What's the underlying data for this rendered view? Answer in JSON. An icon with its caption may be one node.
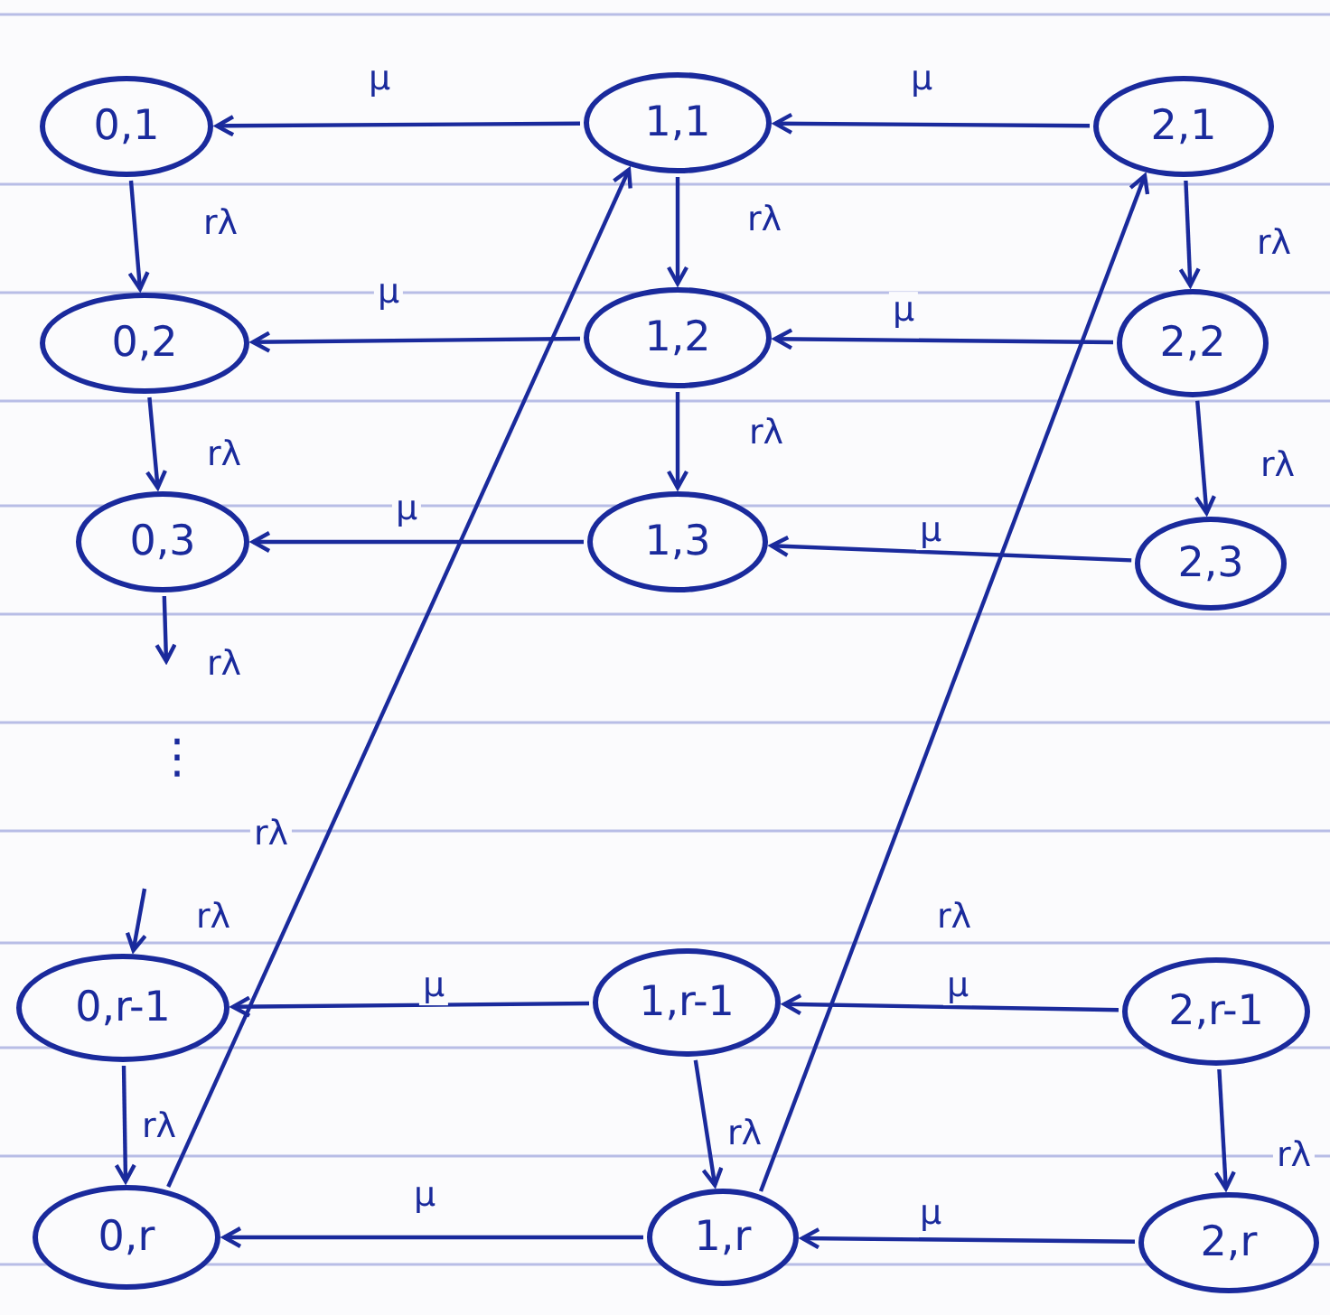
{
  "diagram": {
    "nodes": [
      {
        "text": [
          "0,1"
        ]
      },
      {
        "text": [
          "1,1"
        ]
      },
      {
        "text": [
          "2,1"
        ]
      },
      {
        "text": [
          "0,2"
        ]
      },
      {
        "text": [
          "1,2"
        ]
      },
      {
        "text": [
          "2,2"
        ]
      },
      {
        "text": [
          "0,3"
        ]
      },
      {
        "text": [
          "1,3"
        ]
      },
      {
        "text": [
          "2,3"
        ]
      },
      {
        "text": [
          "0,r-1"
        ]
      },
      {
        "text": [
          "1,r-1"
        ]
      },
      {
        "text": [
          "2,r-1"
        ]
      },
      {
        "text": [
          "0,r"
        ]
      },
      {
        "text": [
          "1,r"
        ]
      },
      {
        "text": [
          "2,r"
        ]
      }
    ],
    "edges": [
      {
        "from": 1,
        "to": 0,
        "arrow": "to",
        "label": "μ"
      },
      {
        "from": 2,
        "to": 1,
        "arrow": "to",
        "label": "μ"
      },
      {
        "from": 0,
        "to": 3,
        "arrow": "to",
        "label": "rλ"
      },
      {
        "from": 1,
        "to": 4,
        "arrow": "to",
        "label": "rλ"
      },
      {
        "from": 2,
        "to": 5,
        "arrow": "to",
        "label": "rλ"
      },
      {
        "from": 4,
        "to": 3,
        "arrow": "to",
        "label": "μ"
      },
      {
        "from": 5,
        "to": 4,
        "arrow": "to",
        "label": "μ"
      },
      {
        "from": 3,
        "to": 6,
        "arrow": "to",
        "label": "rλ"
      },
      {
        "from": 4,
        "to": 7,
        "arrow": "to",
        "label": "rλ"
      },
      {
        "from": 5,
        "to": 8,
        "arrow": "to",
        "label": "rλ"
      },
      {
        "from": 7,
        "to": 6,
        "arrow": "to",
        "label": "μ"
      },
      {
        "from": 8,
        "to": 7,
        "arrow": "to",
        "label": "μ"
      },
      {
        "from": 6,
        "to": null,
        "arrow": "to",
        "label": "rλ"
      },
      {
        "from": null,
        "to": 9,
        "arrow": "to",
        "label": "rλ"
      },
      {
        "from": 10,
        "to": 9,
        "arrow": "to",
        "label": "μ"
      },
      {
        "from": 11,
        "to": 10,
        "arrow": "to",
        "label": "μ"
      },
      {
        "from": 9,
        "to": 12,
        "arrow": "to",
        "label": "rλ"
      },
      {
        "from": 10,
        "to": 13,
        "arrow": "to",
        "label": "rλ"
      },
      {
        "from": 11,
        "to": 14,
        "arrow": "to",
        "label": "rλ"
      },
      {
        "from": 13,
        "to": 12,
        "arrow": "to",
        "label": "μ"
      },
      {
        "from": 14,
        "to": 13,
        "arrow": "to",
        "label": "μ"
      },
      {
        "from": 12,
        "to": 1,
        "arrow": "to",
        "label": "rλ"
      },
      {
        "from": 13,
        "to": 2,
        "arrow": "to",
        "label": "rλ"
      }
    ],
    "labels": [
      "⋮"
    ]
  }
}
